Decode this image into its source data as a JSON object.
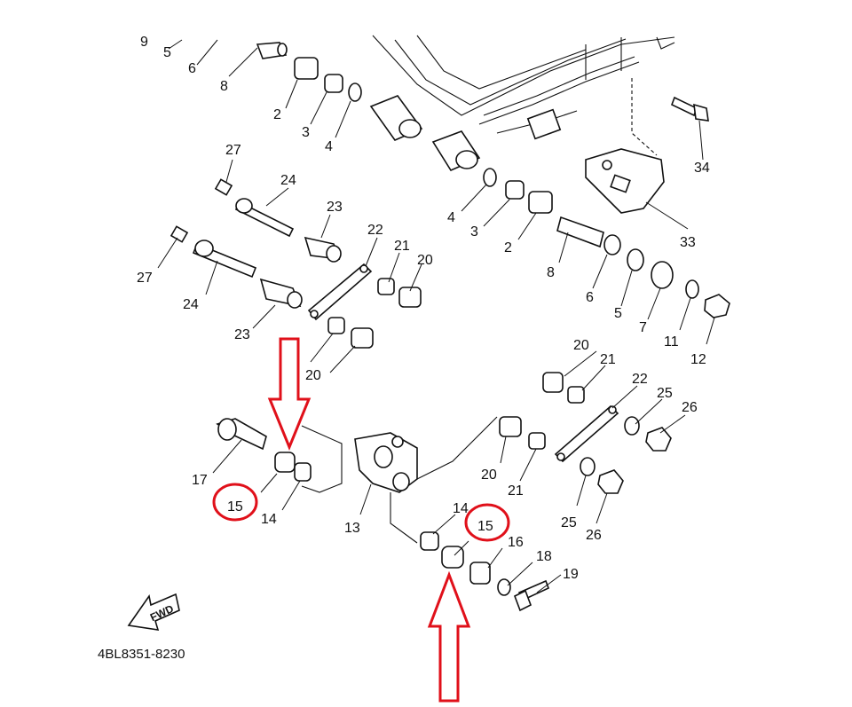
{
  "diagram_code": "4BL8351-8230",
  "fwd_label": "FWD",
  "callouts": {
    "c9": "9",
    "c5a": "5",
    "c6a": "6",
    "c8a": "8",
    "c2a": "2",
    "c3a": "3",
    "c4a": "4",
    "c27a": "27",
    "c24a": "24",
    "c23a": "23",
    "c27b": "27",
    "c24b": "24",
    "c23b": "23",
    "c22a": "22",
    "c21a": "21",
    "c20a": "20",
    "c2b": "2",
    "c20b": "20",
    "c4b": "4",
    "c3b": "3",
    "c2c": "2",
    "c8b": "8",
    "c6b": "6",
    "c5b": "5",
    "c7": "7",
    "c11": "11",
    "c12": "12",
    "c33": "33",
    "c34": "34",
    "c20c": "20",
    "c21b": "21",
    "c22b": "22",
    "c25a": "25",
    "c26a": "26",
    "c20d": "20",
    "c21c": "21",
    "c25b": "25",
    "c26b": "26",
    "c17": "17",
    "c15a": "15",
    "c14a": "14",
    "c13": "13",
    "c14b": "14",
    "c15b": "15",
    "c16": "16",
    "c18": "18",
    "c19": "19"
  },
  "highlight_color": "#e0101a"
}
